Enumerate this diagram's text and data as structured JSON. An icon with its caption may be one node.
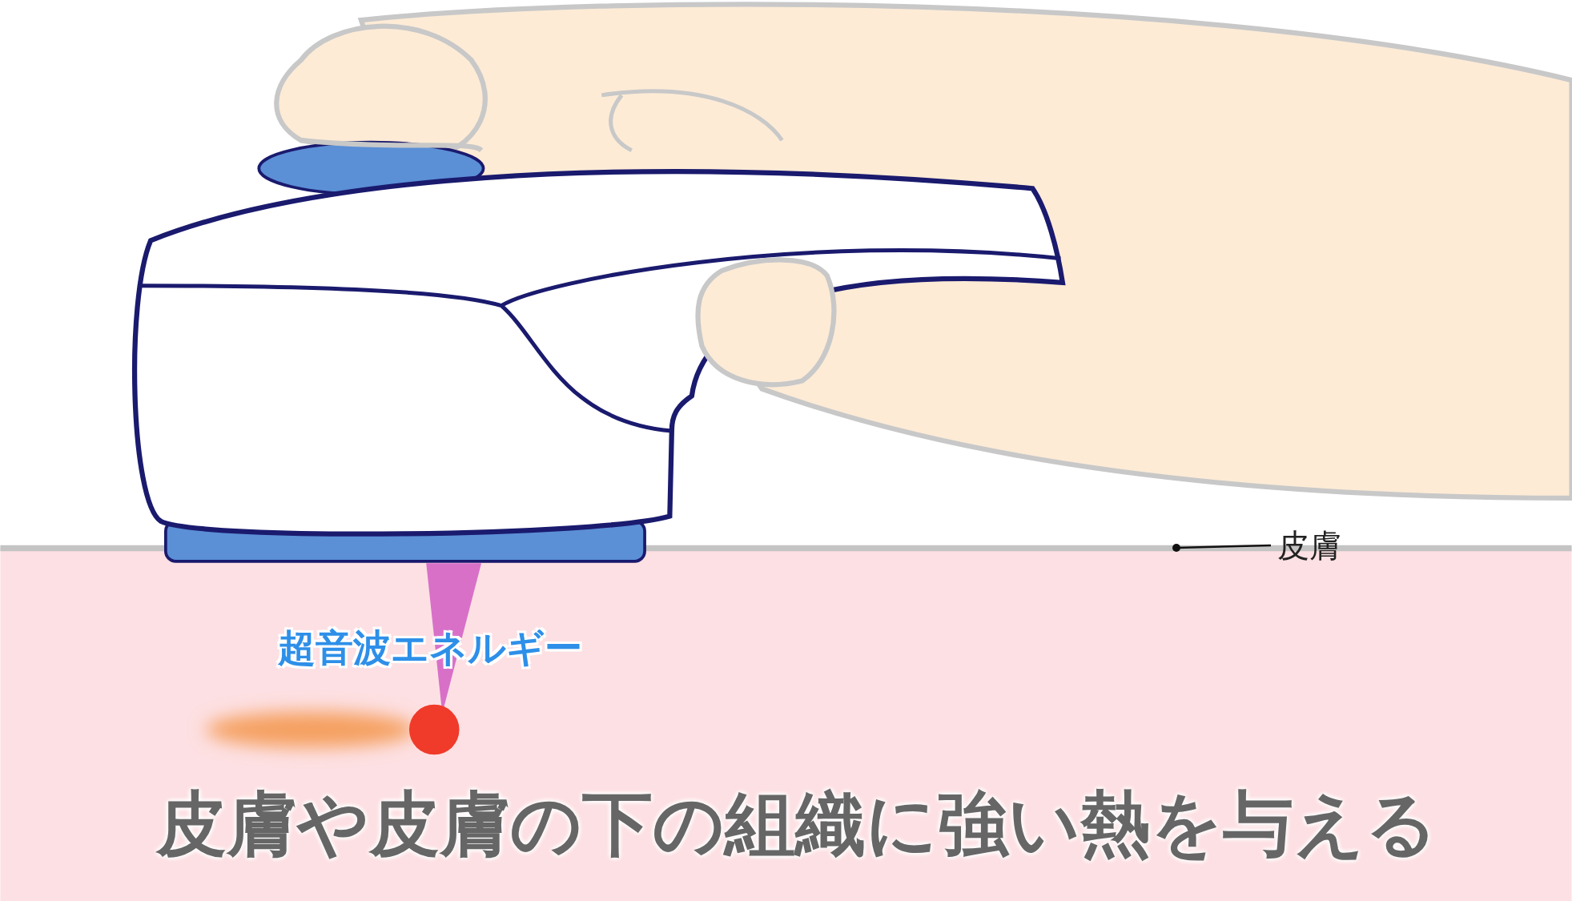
{
  "diagram": {
    "caption": "皮膚や皮膚の下の組織に強い熱を与える",
    "nodes": [
      {
        "text": [
          "皮膚"
        ]
      },
      {
        "text": [],
        "shape": "band"
      }
    ],
    "edges": [
      {
        "from": 0,
        "to": 1,
        "arrow": "other"
      }
    ],
    "labels": [
      "超音波エネルギー"
    ]
  }
}
